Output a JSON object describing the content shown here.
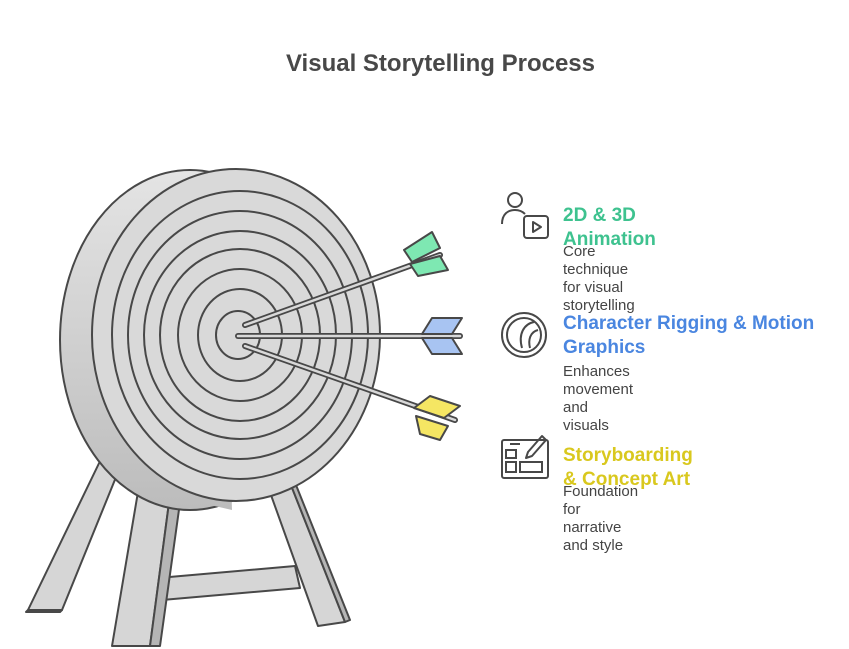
{
  "title": "Visual Storytelling Process",
  "items": [
    {
      "heading": "2D & 3D Animation",
      "description": "Core technique for visual storytelling",
      "color": "#3ec28f",
      "icon": "user-play-icon"
    },
    {
      "heading": "Character Rigging & Motion Graphics",
      "description": "Enhances movement and visuals",
      "color": "#4a86e0",
      "icon": "ball-icon"
    },
    {
      "heading": "Storyboarding & Concept Art",
      "description": "Foundation for narrative and style",
      "color": "#d9c81e",
      "icon": "sketch-board-icon"
    }
  ],
  "colors": {
    "stroke": "#484848",
    "target_fill": "#d9d9d9",
    "arrow_green": "#7ee8b2",
    "arrow_blue": "#a8c4f2",
    "arrow_yellow": "#f5e663"
  }
}
